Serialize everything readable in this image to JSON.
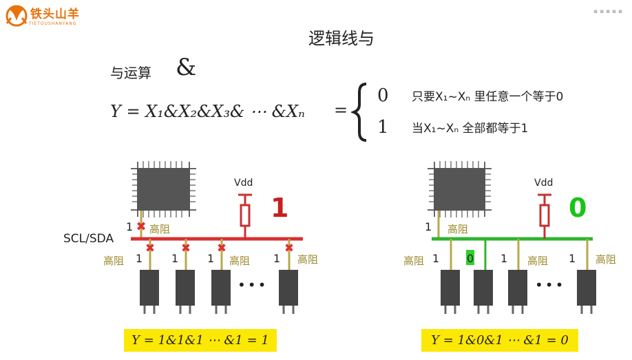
{
  "logo": {
    "text": "铁头山羊",
    "subtext": "TIETOUSHANYANG"
  },
  "title": "逻辑线与",
  "subtitle": "与运算",
  "amp_symbol": "&",
  "formula": {
    "lhs": "Y = X₁&X₂&X₃& ⋯ &Xₙ",
    "eq": "="
  },
  "cases": [
    {
      "value": "0",
      "condition": "只要X₁~Xₙ 里任意一个等于0"
    },
    {
      "value": "1",
      "condition": "当X₁~Xₙ 全部都等于1"
    }
  ],
  "left_diagram": {
    "bus_label": "SCL/SDA",
    "vdd_label": "Vdd",
    "result": "1",
    "mcu_output": "1",
    "mcu_state": "高阻",
    "devices": [
      {
        "output": "1",
        "state": "高阻"
      },
      {
        "output": "1",
        "state": ""
      },
      {
        "output": "1",
        "state": "高阻"
      },
      {
        "output": "1",
        "state": "高阻"
      }
    ],
    "ellipsis": "•••",
    "equation": "Y = 1&1&1 ⋯ &1 = 1",
    "colors": {
      "bus": "#d93030",
      "result": "#c81e1e"
    }
  },
  "right_diagram": {
    "vdd_label": "Vdd",
    "result": "0",
    "mcu_output": "1",
    "mcu_state": "高阻",
    "devices": [
      {
        "output": "1",
        "state": "高阻"
      },
      {
        "output": "0",
        "state": ""
      },
      {
        "output": "1",
        "state": "高阻"
      },
      {
        "output": "1",
        "state": "高阻"
      }
    ],
    "ellipsis": "•••",
    "equation": "Y = 1&0&1 ⋯ &1 = 0",
    "colors": {
      "bus": "#2fb52f",
      "result": "#18c418"
    }
  },
  "colors": {
    "state_text": "#9a8a2a",
    "chip": "#555555",
    "highlight": "#fce805",
    "logo": "#e8720c"
  }
}
